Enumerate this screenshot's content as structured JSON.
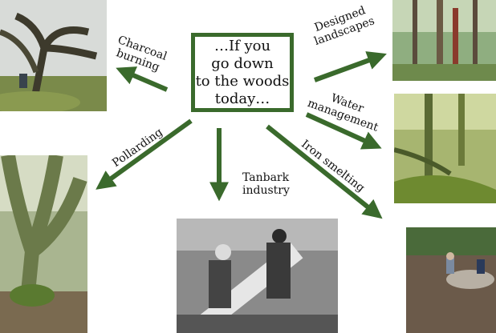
{
  "central_text": "…If you\ngo down\nto the woods\ntoday…",
  "labels": {
    "charcoal": "Charcoal\nburning",
    "designed": "Designed\nlandscapes",
    "water": "Water\nmanagement",
    "pollarding": "Pollarding",
    "tanbark": "Tanbark\nindustry",
    "iron": "Iron smelting"
  },
  "colors": {
    "arrow": "#3a6a2c",
    "box_border": "#3a6a2c"
  }
}
